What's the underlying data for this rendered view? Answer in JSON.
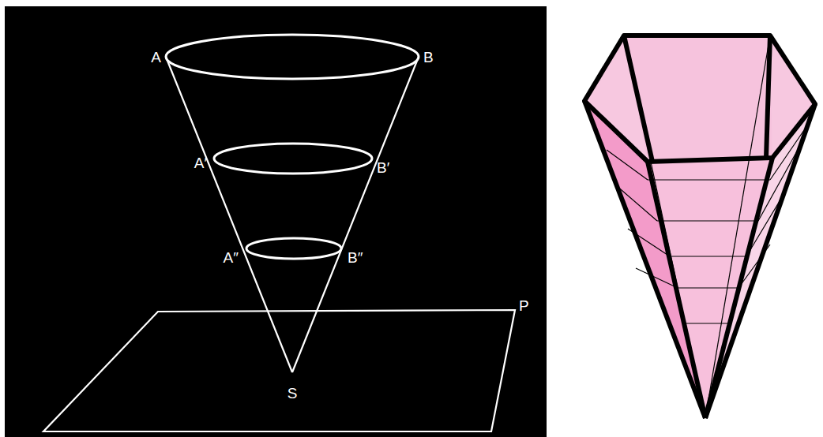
{
  "diagram": {
    "labels": [
      "A",
      "B",
      "A′",
      "B′",
      "A″",
      "B″",
      "S",
      "P"
    ]
  }
}
